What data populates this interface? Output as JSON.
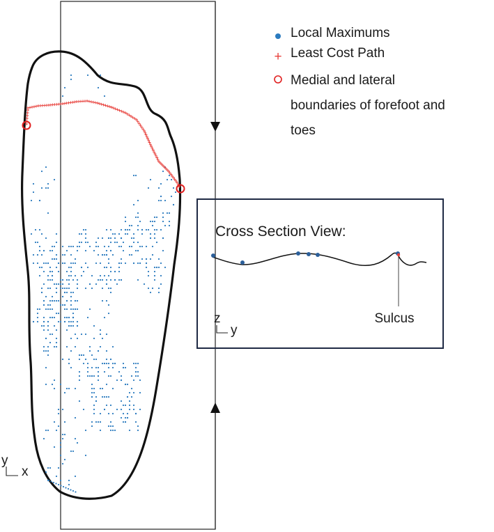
{
  "legend": {
    "local_maximums": "Local Maximums",
    "least_cost_path": "Least Cost Path",
    "boundaries_line1": "Medial and lateral",
    "boundaries_line2": "boundaries of forefoot and",
    "boundaries_line3": "toes",
    "marker_symbol": "+"
  },
  "cross_section": {
    "title": "Cross Section View:",
    "axis_vertical": "z",
    "axis_horizontal": "y",
    "sulcus_label": "Sulcus"
  },
  "foot_axes": {
    "axis_vertical": "y",
    "axis_horizontal": "x"
  },
  "colors": {
    "local_maximum": "#2b7bbf",
    "least_cost_path": "#e8413c",
    "boundary_marker": "#e02020",
    "outline": "#111111"
  }
}
